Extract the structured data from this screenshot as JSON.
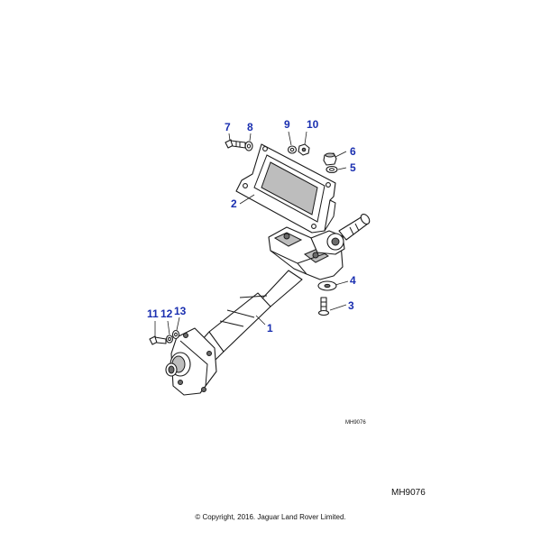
{
  "diagram": {
    "drawing_code_small": "MH9076",
    "drawing_code_large": "MH9076",
    "copyright": "© Copyright, 2016. Jaguar Land Rover Limited.",
    "accent_color": "#1a2fb0",
    "callouts": {
      "c1": "1",
      "c2": "2",
      "c3": "3",
      "c4": "4",
      "c5": "5",
      "c6": "6",
      "c7": "7",
      "c8": "8",
      "c9": "9",
      "c10": "10",
      "c11": "11",
      "c12": "12",
      "c13": "13"
    }
  }
}
